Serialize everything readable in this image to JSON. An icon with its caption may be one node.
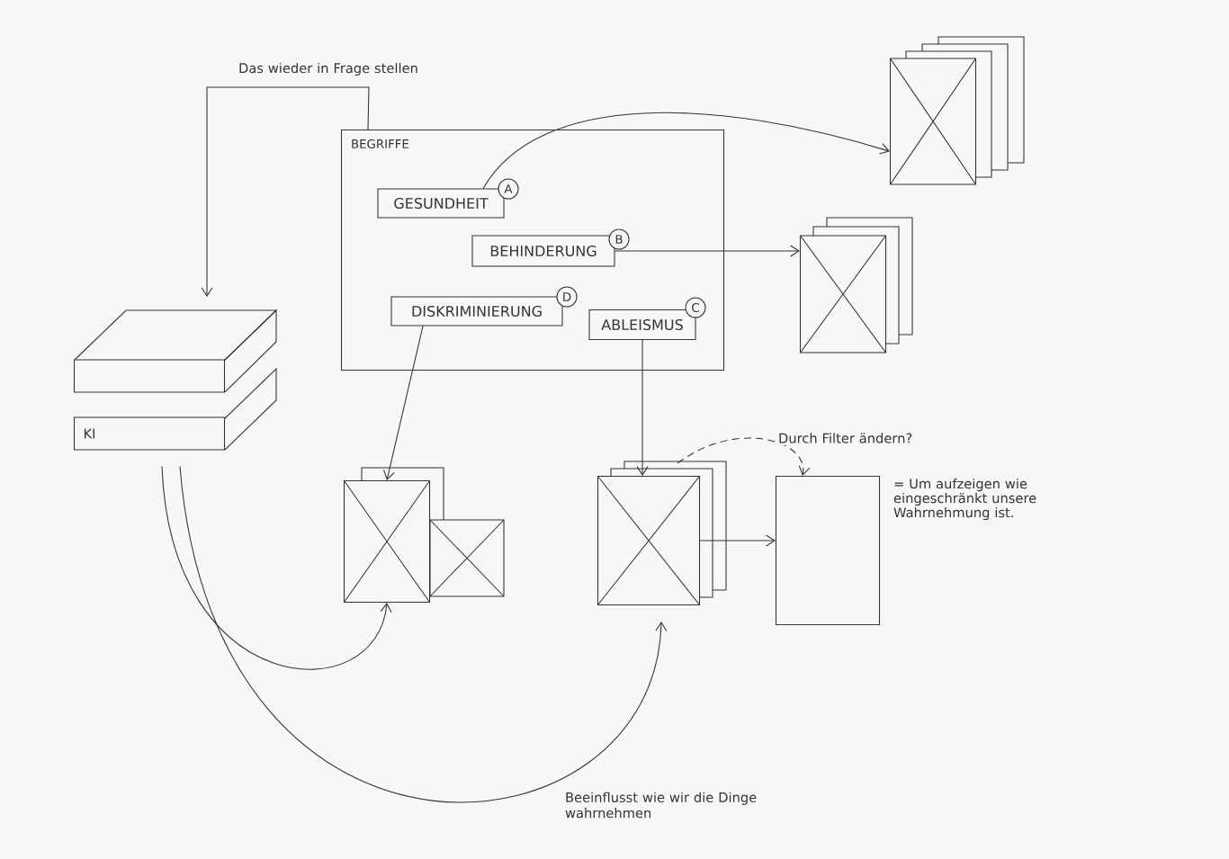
{
  "diagram": {
    "nodes": [
      {
        "text": [
          "BEGRIFFE"
        ]
      },
      {
        "text": [
          "GESUNDHEIT"
        ],
        "in": 0,
        "beside": [
          "A"
        ]
      },
      {
        "text": [
          "BEHINDERUNG"
        ],
        "in": 0,
        "beside": [
          "B"
        ]
      },
      {
        "text": [
          "DISKRIMINIERUNG"
        ],
        "in": 0,
        "beside": [
          "D"
        ]
      },
      {
        "text": [
          "ABLEISMUS"
        ],
        "in": 0,
        "beside": [
          "C"
        ]
      },
      {
        "text": [],
        "shape": "box"
      },
      {
        "text": [
          "KI"
        ]
      },
      {
        "text": [],
        "shape": "box"
      },
      {
        "text": [],
        "shape": "box"
      },
      {
        "text": [],
        "shape": "box"
      },
      {
        "text": [],
        "shape": "box"
      },
      {
        "text": [],
        "shape": "box",
        "beside": [
          "= Um aufzeigen wie eingeschränkt unsere Wahrnehmung ist."
        ]
      }
    ],
    "edges": [
      {
        "from": 0,
        "to": 5,
        "arrow": "to",
        "label": "Das wieder in Frage stellen"
      },
      {
        "from": 1,
        "to": 7,
        "arrow": "to"
      },
      {
        "from": 2,
        "to": 8,
        "arrow": "to"
      },
      {
        "from": 3,
        "to": 9,
        "arrow": "to"
      },
      {
        "from": 4,
        "to": 10,
        "arrow": "to"
      },
      {
        "from": 10,
        "to": 11,
        "arrow": "to",
        "style": "dashed",
        "label": "Durch Filter ändern?"
      },
      {
        "from": 10,
        "to": 11,
        "arrow": "to"
      },
      {
        "from": 6,
        "to": 9,
        "arrow": "to"
      },
      {
        "from": 6,
        "to": 10,
        "arrow": "to",
        "label": "Beeinflusst wie wir die Dinge wahrnehmen"
      }
    ]
  }
}
